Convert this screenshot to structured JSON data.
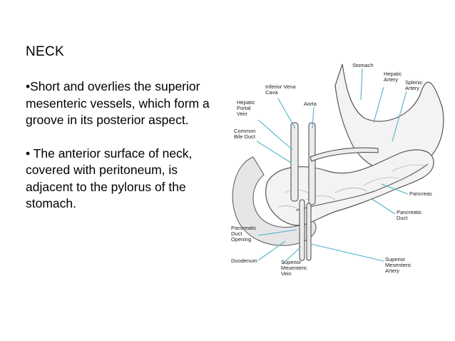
{
  "slide": {
    "title": "NECK",
    "paragraphs": [
      "•Short and overlies the superior mesenteric vessels, which form a groove in its posterior aspect.",
      "• The anterior surface of neck, covered with peritoneum, is adjacent  to the pylorus of the stomach."
    ]
  },
  "figure": {
    "labels": {
      "stomach": "Stomach",
      "hepatic_artery": [
        "Hepatic",
        "Artery"
      ],
      "splenic_artery": [
        "Splenic",
        "Artery"
      ],
      "inferior_vena_cava": [
        "Inferior Vena",
        "Cava"
      ],
      "aorta": "Aorta",
      "hepatic_portal_vein": [
        "Hepatic",
        "Portal",
        "Vein"
      ],
      "common_bile_duct": [
        "Common",
        "Bile Duct"
      ],
      "pancreas": "Pancreas",
      "pancreatic_duct": [
        "Pancreatic",
        "Duct"
      ],
      "pancreatic_duct_opening": [
        "Pancreatic",
        "Duct",
        "Opening"
      ],
      "duodenum": "Duodenum",
      "superior_mesenteric_vein": [
        "Superior",
        "Mesenteric",
        "Vein"
      ],
      "superior_mesenteric_artery": [
        "Superior",
        "Mesenteric",
        "Artery"
      ]
    },
    "leader_color": "#4fb3c8"
  }
}
